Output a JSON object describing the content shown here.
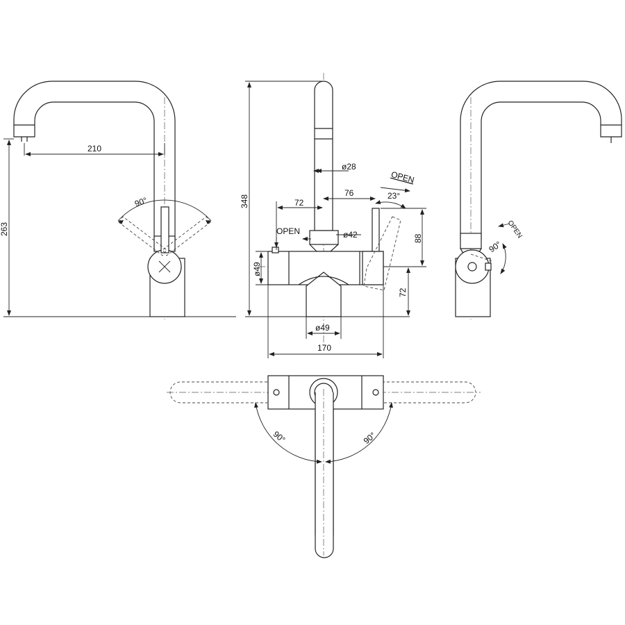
{
  "dimensions": {
    "spout_reach": "210",
    "total_height_side": "263",
    "lever_swing_side": "90°",
    "total_height_front": "348",
    "spout_diameter": "ø28",
    "lever_offset": "76",
    "open_label": "OPEN",
    "lever_tilt": "23°",
    "spout_offset": "72",
    "body_diameter_top": "ø42",
    "button_open_label": "OPEN",
    "lever_height": "88",
    "body_diameter_side": "ø49",
    "base_height": "72",
    "base_diameter": "ø49",
    "body_width": "170",
    "right_open_label": "OPEN",
    "right_angle": "90°",
    "top_angle_left": "90°",
    "top_angle_right": "90°"
  },
  "colors": {
    "line": "#222222",
    "background": "#ffffff"
  }
}
